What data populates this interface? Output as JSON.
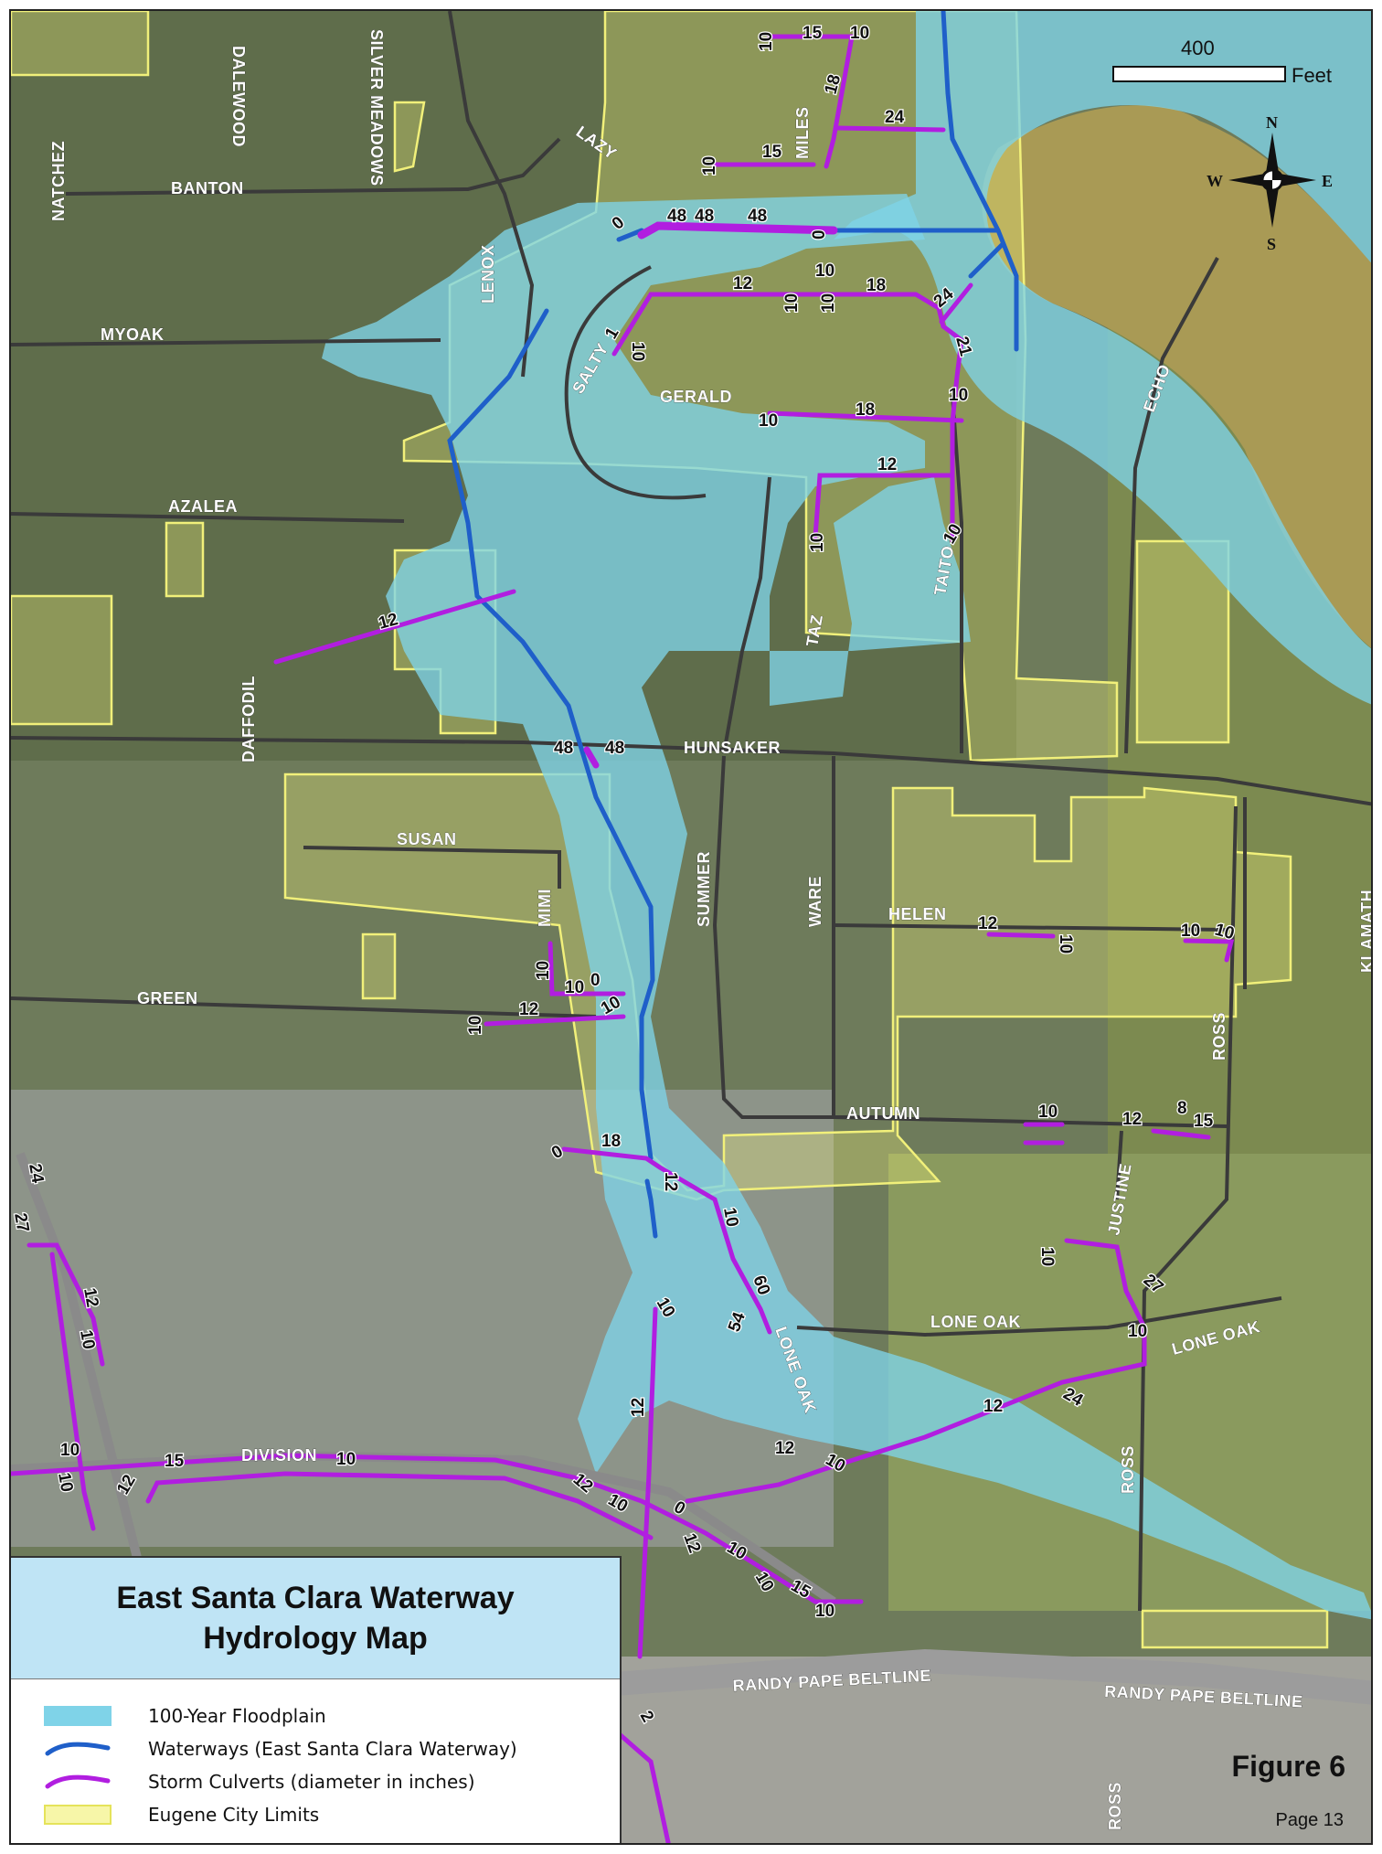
{
  "title_line1": "East Santa Clara Waterway",
  "title_line2": "Hydrology Map",
  "figure_label": "Figure 6",
  "page_label": "Page 13",
  "scale": {
    "value": "400",
    "unit": "Feet"
  },
  "compass": {
    "n": "N",
    "s": "S",
    "e": "E",
    "w": "W"
  },
  "legend": [
    {
      "label": "100-Year Floodplain",
      "kind": "floodplain"
    },
    {
      "label": "Waterways (East Santa Clara Waterway)",
      "kind": "waterway"
    },
    {
      "label": "Storm Culverts (diameter in inches)",
      "kind": "culvert"
    },
    {
      "label": "Eugene City Limits",
      "kind": "city-limits"
    }
  ],
  "colors": {
    "floodplain": "#7fd3e8",
    "waterway": "#1f5fc9",
    "culvert": "#b11ee0",
    "city_limits": "#f1f07a"
  },
  "streets": [
    "NATCHEZ",
    "DALEWOOD",
    "SILVER MEADOWS",
    "BANTON",
    "LAZY",
    "MILES",
    "MYOAK",
    "LENOX",
    "SALTY",
    "GERALD",
    "ECHO",
    "AZALEA",
    "TAITO",
    "TAZ",
    "DAFFODIL",
    "HUNSAKER",
    "SUSAN",
    "SUMMER",
    "WARE",
    "HELEN",
    "KLAMATH",
    "MIMI",
    "GREEN",
    "ROSS",
    "AUTUMN",
    "JUSTINE",
    "LONE OAK",
    "LONE OAK",
    "LONE OAK",
    "DIVISION",
    "ROSS",
    "RANDY PAPE BELTLINE",
    "RANDY PAPE BELTLINE",
    "ROSS"
  ],
  "culvert_sizes": [
    "15",
    "10",
    "10",
    "18",
    "24",
    "15",
    "10",
    "0",
    "48",
    "48",
    "48",
    "0",
    "12",
    "10",
    "10",
    "10",
    "18",
    "24",
    "21",
    "1",
    "10",
    "10",
    "18",
    "10",
    "12",
    "10",
    "10",
    "12",
    "48",
    "48",
    "12",
    "10",
    "10",
    "10",
    "0",
    "10",
    "12",
    "10",
    "10",
    "10",
    "8",
    "15",
    "10",
    "12",
    "0",
    "18",
    "12",
    "10",
    "60",
    "54",
    "10",
    "12",
    "10",
    "27",
    "10",
    "12",
    "24",
    "12",
    "10",
    "10",
    "15",
    "10",
    "12",
    "10",
    "12",
    "10",
    "0",
    "12",
    "10",
    "10",
    "15",
    "10",
    "12",
    "10",
    "2",
    "24",
    "27"
  ]
}
